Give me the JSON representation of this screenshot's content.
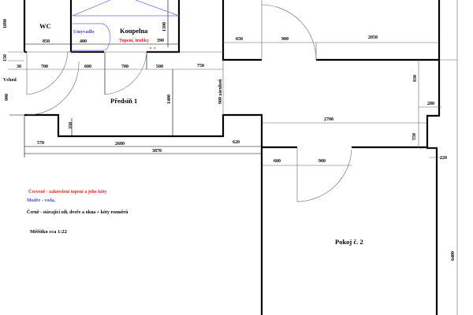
{
  "rooms": {
    "wc": "WC",
    "koupelna": "Koupelna",
    "predsin": "Předsíň 1",
    "pokoj2": "Pokoj č. 2",
    "vchod": "Vchod"
  },
  "annotations": {
    "umyvadlo": "Umyvadlo",
    "topeni": "Topení, trubky",
    "zarubne": "900 zárubeň"
  },
  "dimensions": {
    "d1090": "1090",
    "d850": "850",
    "d400": "400",
    "d1390": "1390",
    "d390": "390",
    "d150": "150",
    "d30": "30",
    "d700a": "700",
    "d600a": "600",
    "d700b": "700",
    "d500": "500",
    "d750": "750",
    "d900v": "900",
    "d1400": "1400",
    "d350": "350",
    "d570": "570",
    "d2680": "2680",
    "d3870": "3870",
    "d620": "620",
    "d650": "650",
    "d900a": "900",
    "d2050": "2050",
    "d930": "930",
    "d280": "280",
    "d2700": "2700",
    "d550": "550",
    "d220": "220",
    "d600b": "600",
    "d900b": "900",
    "d6400": "6400"
  },
  "legend": {
    "red": "Červeně - zakreslení topení a jeho kóty",
    "blue": "Modře - voda,",
    "black": "Černě - stávající zdi, dveře a okna + kóty rozměrů",
    "scale": "Měřítko cca 1:22"
  },
  "colors": {
    "red": "#ff2020",
    "blue": "#4a4ae0",
    "black": "#000000"
  }
}
